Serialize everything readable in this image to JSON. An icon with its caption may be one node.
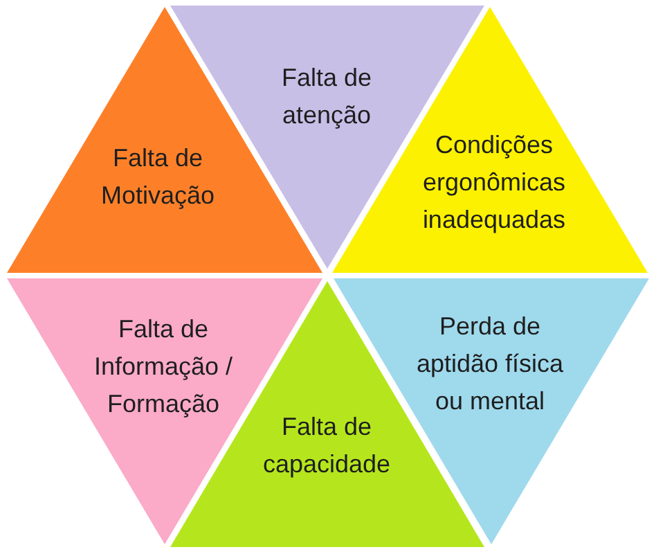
{
  "diagram": {
    "nodes": [
      {
        "text": [
          "Falta de Motivação"
        ]
      },
      {
        "text": [
          "Falta de atenção"
        ]
      },
      {
        "text": [
          "Condições ergonômicas inadequadas"
        ]
      },
      {
        "text": [
          "Falta de Informação / Formação"
        ]
      },
      {
        "text": [
          "Falta de capacidade"
        ]
      },
      {
        "text": [
          "Perda de aptidão física ou mental"
        ]
      }
    ],
    "edges": []
  }
}
